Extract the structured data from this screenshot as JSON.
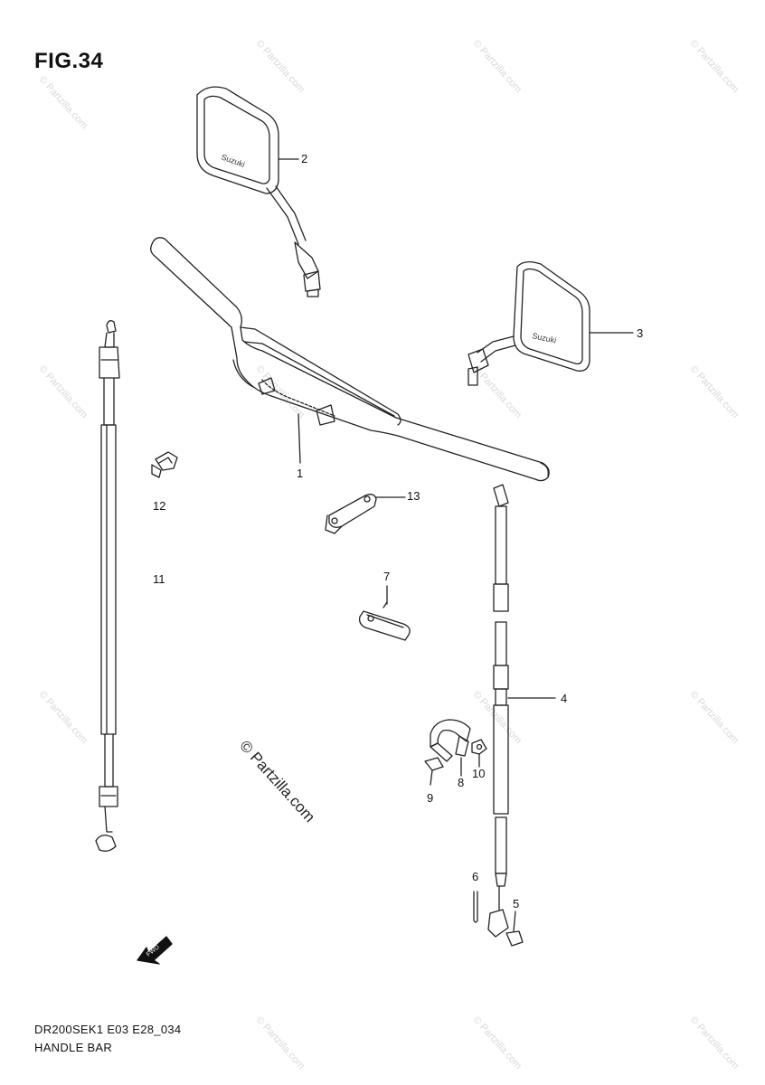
{
  "figure": {
    "title": "FIG.34",
    "code": "DR200SEK1 E03 E28_034",
    "name": "HANDLE BAR"
  },
  "watermark": {
    "center_text": "© Partzilla.com",
    "corner_text": "© Partzilla.com"
  },
  "callouts": [
    {
      "id": "1",
      "label": "1"
    },
    {
      "id": "2",
      "label": "2"
    },
    {
      "id": "3",
      "label": "3"
    },
    {
      "id": "4",
      "label": "4"
    },
    {
      "id": "5",
      "label": "5"
    },
    {
      "id": "6",
      "label": "6"
    },
    {
      "id": "7",
      "label": "7"
    },
    {
      "id": "8",
      "label": "8"
    },
    {
      "id": "9",
      "label": "9"
    },
    {
      "id": "10",
      "label": "10"
    },
    {
      "id": "11",
      "label": "11"
    },
    {
      "id": "12",
      "label": "12"
    },
    {
      "id": "13",
      "label": "13"
    }
  ],
  "mirror_brand": "Suzuki",
  "direction_marker": "FWD"
}
